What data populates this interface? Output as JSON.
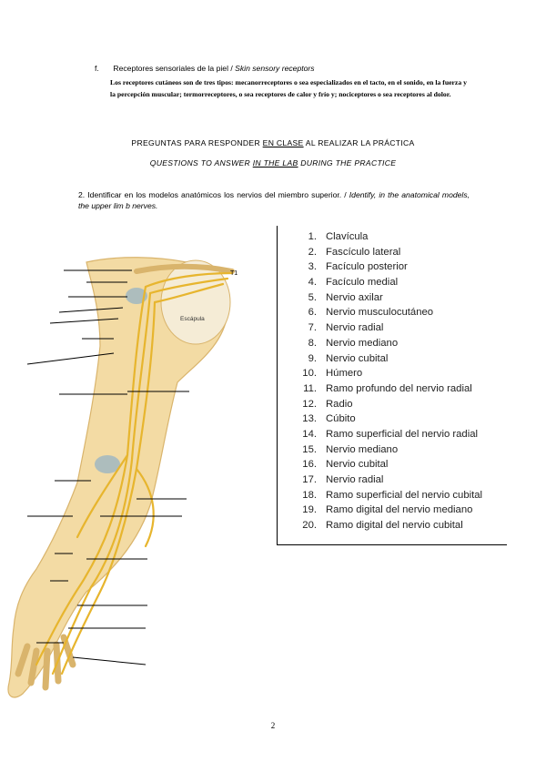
{
  "section_f": {
    "letter": "f.",
    "title_es": "Receptores sensoriales de la piel / ",
    "title_en": "Skin sensory receptors",
    "body": "Los receptores cutáneos son de tres tipos: mecanorreceptores o sea especializados en el tacto, en el sonido, en la fuerza y la percepción muscular; termorreceptores, o sea receptores de calor y frío y; nociceptores o sea receptores al dolor."
  },
  "questions": {
    "es_pre": "PREGUNTAS PARA RESPONDER ",
    "es_underlined": "EN CLASE",
    "es_post": " AL REALIZAR LA PRÁCTICA",
    "en_pre": "QUESTIONS TO ANSWER ",
    "en_underlined": "IN THE LAB",
    "en_post": " DURING THE PRACTICE"
  },
  "item2": {
    "es": "2. Identificar en los modelos anatómicos los nervios del miembro superior. / ",
    "en": "Identify, in the anatomical models, the upper lim b nerves."
  },
  "figure": {
    "label_t1": "T1",
    "label_escapula": "Escápula"
  },
  "legend": [
    {
      "n": "1.",
      "t": "Clavícula"
    },
    {
      "n": "2.",
      "t": "Fascículo lateral"
    },
    {
      "n": "3.",
      "t": "Facículo posterior"
    },
    {
      "n": "4.",
      "t": "Facículo medial"
    },
    {
      "n": "5.",
      "t": "Nervio axilar"
    },
    {
      "n": "6.",
      "t": "Nervio musculocutáneo"
    },
    {
      "n": "7.",
      "t": "Nervio radial"
    },
    {
      "n": "8.",
      "t": "Nervio mediano"
    },
    {
      "n": "9.",
      "t": "Nervio cubital"
    },
    {
      "n": "10.",
      "t": "Húmero"
    },
    {
      "n": "11.",
      "t": "Ramo profundo del nervio radial"
    },
    {
      "n": "12.",
      "t": "Radio"
    },
    {
      "n": "13.",
      "t": "Cúbito"
    },
    {
      "n": "14.",
      "t": "Ramo superficial del nervio radial"
    },
    {
      "n": "15.",
      "t": "Nervio mediano"
    },
    {
      "n": "16.",
      "t": "Nervio cubital"
    },
    {
      "n": "17.",
      "t": "Nervio radial"
    },
    {
      "n": "18.",
      "t": "Ramo superficial del nervio cubital"
    },
    {
      "n": "19.",
      "t": "Ramo digital del nervio mediano"
    },
    {
      "n": "20.",
      "t": "Ramo digital del nervio cubital"
    }
  ],
  "page_number": "2",
  "colors": {
    "skin": "#f3dba4",
    "skin_shadow": "#d9b46c",
    "nerve": "#e7b52e",
    "bone": "#f5ecd6",
    "vessel_blue": "#8fb0c8"
  }
}
